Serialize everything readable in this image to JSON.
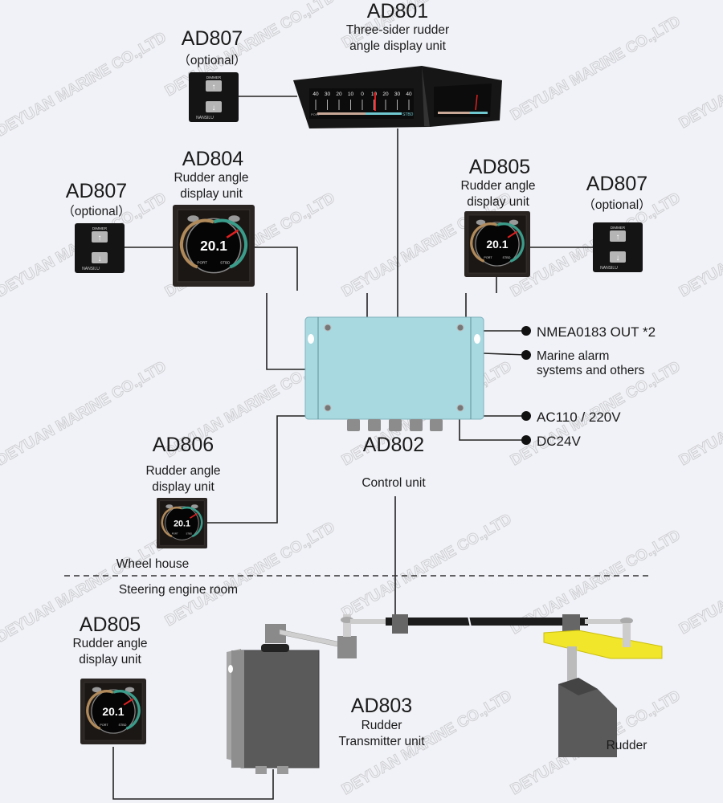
{
  "watermark": "DEYUAN MARINE CO.,LTD",
  "colors": {
    "background": "#f1f2f7",
    "control_unit": "#a8d8e0",
    "yolk": "#f2e62a",
    "gauge_green": "#3a9c8a",
    "gauge_tan": "#b08a5a",
    "needle": "#e02020"
  },
  "ad801": {
    "title": "AD801",
    "line1": "Three-sider rudder",
    "line2": "angle display unit",
    "scale": [
      "40",
      "30",
      "20",
      "10",
      "0",
      "10",
      "20",
      "30",
      "40"
    ],
    "port": "PORT",
    "stbd": "STBD"
  },
  "ad807_top": {
    "title": "AD807",
    "note": "（optional）"
  },
  "ad807_left": {
    "title": "AD807",
    "note": "（optional）"
  },
  "ad807_right": {
    "title": "AD807",
    "note": "（optional）"
  },
  "dimmer": {
    "label": "DIMMER",
    "brand": "NANSILU"
  },
  "ad804": {
    "title": "AD804",
    "line1": "Rudder angle",
    "line2": "display unit"
  },
  "ad805_top": {
    "title": "AD805",
    "line1": "Rudder angle",
    "line2": "display unit"
  },
  "ad806": {
    "title": "AD806",
    "line1": "Rudder angle",
    "line2": "display unit"
  },
  "ad805_bottom": {
    "title": "AD805",
    "line1": "Rudder angle",
    "line2": "display unit"
  },
  "gauge": {
    "value": "20.1",
    "port": "PORT",
    "stbd": "STBD"
  },
  "ad802": {
    "title": "AD802",
    "subtitle": "Control unit"
  },
  "outputs": {
    "nmea": "NMEA0183 OUT *2",
    "alarm1": "Marine alarm",
    "alarm2": "systems and others",
    "ac": "AC110 / 220V",
    "dc": "DC24V"
  },
  "zones": {
    "wheel_house": "Wheel house",
    "engine_room": "Steering engine room"
  },
  "ad803": {
    "title": "AD803",
    "line1": "Rudder",
    "line2": "Transmitter unit"
  },
  "rudder": {
    "label": "Rudder"
  }
}
